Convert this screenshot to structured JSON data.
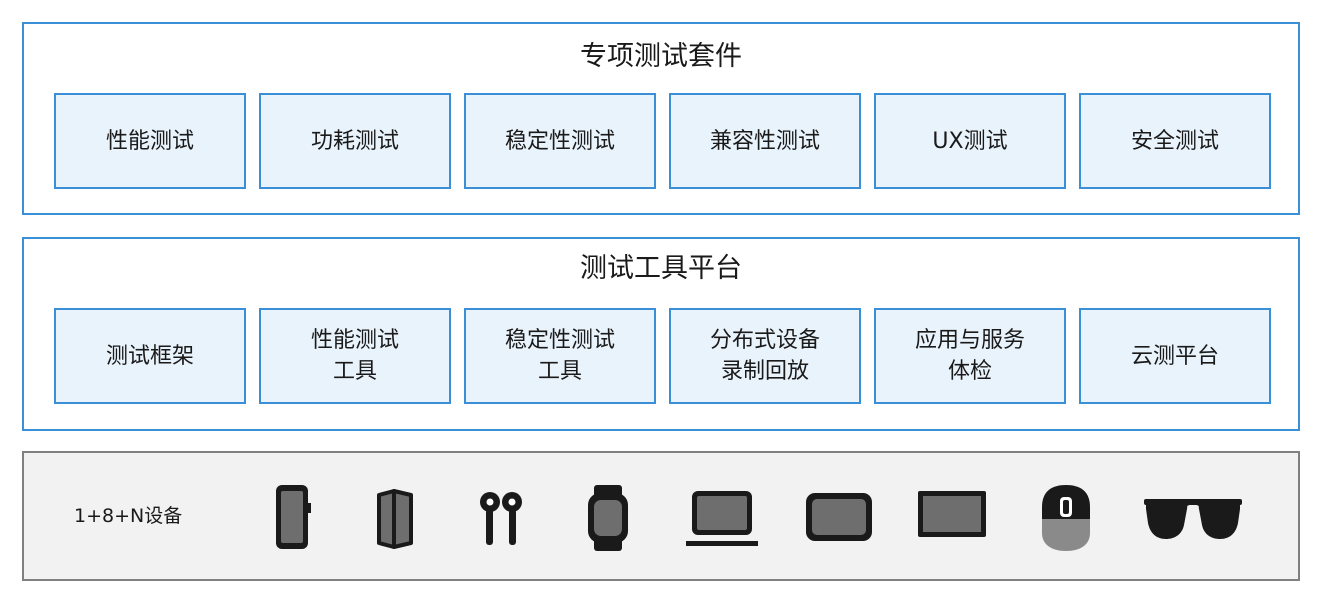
{
  "suites": {
    "title": "专项测试套件",
    "items": [
      {
        "label": "性能测试"
      },
      {
        "label": "功耗测试"
      },
      {
        "label": "稳定性测试"
      },
      {
        "label": "兼容性测试"
      },
      {
        "label": "UX测试"
      },
      {
        "label": "安全测试"
      }
    ]
  },
  "platform": {
    "title": "测试工具平台",
    "items": [
      {
        "label": "测试框架"
      },
      {
        "label": "性能测试\n工具"
      },
      {
        "label": "稳定性测试\n工具"
      },
      {
        "label": "分布式设备\n录制回放"
      },
      {
        "label": "应用与服务\n体检"
      },
      {
        "label": "云测平台"
      }
    ]
  },
  "devices": {
    "label": "1+8+N设备",
    "icons": [
      "phone-icon",
      "foldable-icon",
      "earbuds-icon",
      "watch-icon",
      "laptop-icon",
      "tablet-icon",
      "tv-icon",
      "speaker-icon",
      "glasses-icon"
    ]
  },
  "colors": {
    "accent_border": "#3a8fd6",
    "box_fill": "#e9f3fc",
    "device_panel_fill": "#f2f2f2",
    "device_panel_border": "#808080",
    "icon_dark": "#1a1a1a",
    "icon_screen": "#6e6e6e"
  }
}
